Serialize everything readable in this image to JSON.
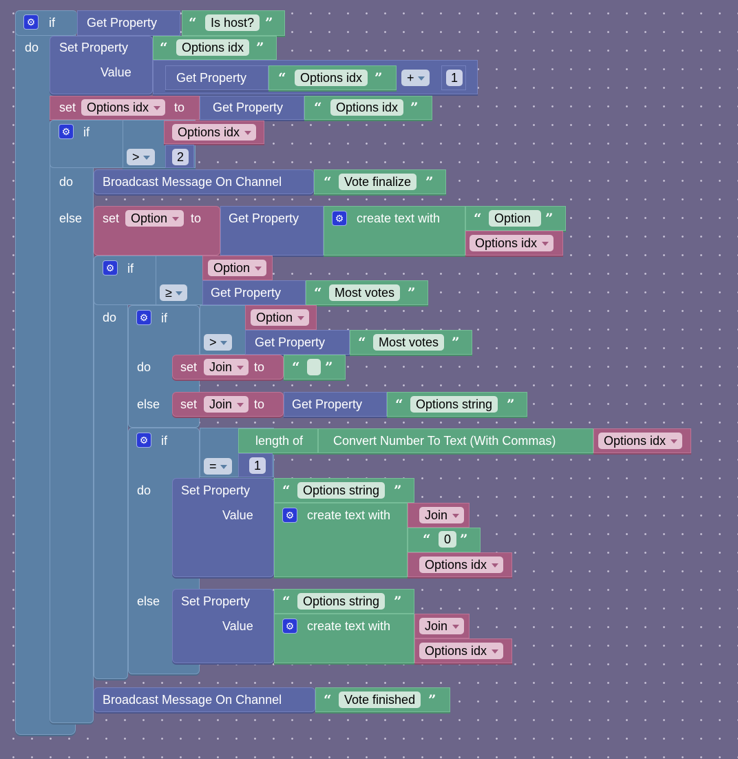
{
  "colors": {
    "background": "#6c6589",
    "control": "#5b80a5",
    "property": "#5b67a5",
    "variable": "#a55b80",
    "text": "#5ba580",
    "gear": "#2a3ad6"
  },
  "icons": {
    "gear": "⚙",
    "open_quote": "“",
    "close_quote": "”"
  },
  "kw": {
    "if": "if",
    "do": "do",
    "else": "else",
    "set": "set",
    "to": "to",
    "get_property": "Get Property",
    "set_property": "Set Property",
    "value": "Value",
    "broadcast": "Broadcast Message On Channel",
    "create_text": "create text with",
    "length_of": "length of",
    "convert_number": "Convert Number To Text (With Commas)"
  },
  "b1": {
    "prop": "Is host?"
  },
  "b2": {
    "prop": "Options idx",
    "get_prop": "Options idx",
    "op": "+",
    "num": "1"
  },
  "b3": {
    "var": "Options idx",
    "get_prop": "Options idx"
  },
  "b4": {
    "var": "Options idx",
    "op": ">",
    "num": "2",
    "broadcast_msg": "Vote finalize"
  },
  "b5": {
    "var": "Option",
    "text1": "Option",
    "var2": "Options idx"
  },
  "b6": {
    "var": "Option",
    "op": "≥",
    "get_prop": "Most votes"
  },
  "b7": {
    "var": "Option",
    "op": ">",
    "get_prop": "Most votes",
    "do_var": "Join",
    "do_text": "",
    "else_var": "Join",
    "else_prop": "Options string"
  },
  "b8": {
    "var": "Options idx",
    "op": "=",
    "num": "1",
    "do_prop": "Options string",
    "do_join": "Join",
    "do_text": "0",
    "do_idx": "Options idx",
    "else_prop": "Options string",
    "else_join": "Join",
    "else_idx": "Options idx"
  },
  "b9": {
    "broadcast_msg": "Vote finished"
  }
}
